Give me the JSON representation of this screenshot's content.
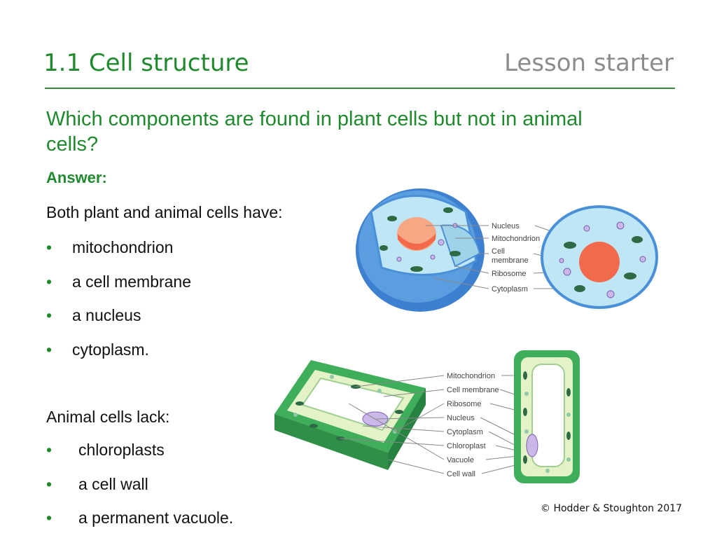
{
  "slide": {
    "title": "1.1 Cell structure",
    "subtitle": "Lesson starter",
    "question": "Which components are found in plant cells but not in animal cells?",
    "answer_label": "Answer:",
    "both_heading": "Both plant and animal cells have:",
    "both_items": [
      "mitochondrion",
      "a cell membrane",
      "a nucleus",
      "cytoplasm."
    ],
    "lack_heading": "Animal cells lack:",
    "lack_items": [
      "chloroplasts",
      "a cell wall",
      "a permanent vacuole."
    ],
    "bullet_char": "•",
    "copyright": "© Hodder & Stoughton 2017"
  },
  "animal_diagram": {
    "labels": [
      "Nucleus",
      "Mitochondrion",
      "Cell",
      "membrane",
      "Ribosome",
      "Cytoplasm"
    ]
  },
  "plant_diagram": {
    "labels": [
      "Mitochondrion",
      "Cell membrane",
      "Ribosome",
      "Nucleus",
      "Cytoplasm",
      "Chloroplast",
      "Vacuole",
      "Cell wall"
    ]
  },
  "colors": {
    "title_green": "#1e8a2c",
    "subtitle_grey": "#8c8c8c",
    "animal_blue": "#4a90d9",
    "animal_cytoplasm": "#bfe6f4",
    "nucleus_orange": "#f26a4b",
    "plant_wall": "#3fae5a",
    "plant_cytoplasm": "#e4f2c8"
  }
}
